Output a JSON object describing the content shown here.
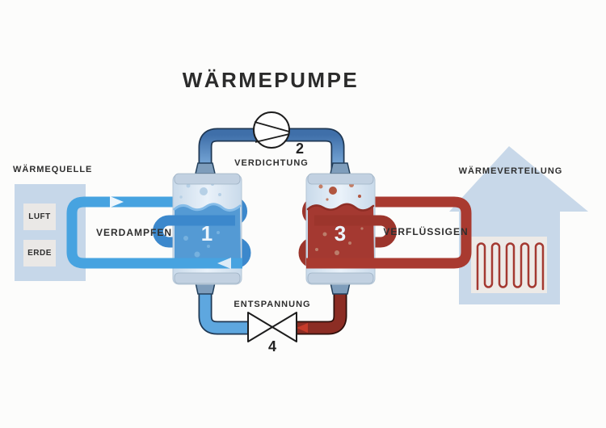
{
  "title": "WÄRMEPUMPE",
  "source": {
    "label": "WÄRMEQUELLE",
    "items": [
      {
        "label": "LUFT"
      },
      {
        "label": "ERDE"
      }
    ]
  },
  "distribution": {
    "label": "WÄRMEVERTEILUNG"
  },
  "stages": [
    {
      "number": "1",
      "label": "VERDAMPFEN"
    },
    {
      "number": "2",
      "label": "VERDICHTUNG"
    },
    {
      "number": "3",
      "label": "VERFLÜSSIGEN"
    },
    {
      "number": "4",
      "label": "ENTSPANNUNG"
    }
  ],
  "icons": {
    "compressor": "compressor-circle-symbol",
    "expansion_valve": "bowtie-valve-symbol",
    "flow_arrows": "triangle-flow-arrows",
    "floor_heating": "serpentine-heating-coil"
  },
  "colors": {
    "background": "#fcfcfb",
    "loop_blue": "#47a3e0",
    "coil_blue": "#3c88cc",
    "pipe_blue": "#4c84c0",
    "pipe_blue_light": "#5ea7df",
    "loop_red": "#a93a30",
    "coil_red": "#9c352c",
    "pipe_red": "#8c2d24",
    "house": "#c8d8e9",
    "liquid_blue": "#549ad4",
    "liquid_red": "#a43931",
    "source_box": "#c6d7e9",
    "panel_gray": "#eae8e6",
    "vessel_cap": "#c2d1e1",
    "text": "#2e2e2e"
  }
}
